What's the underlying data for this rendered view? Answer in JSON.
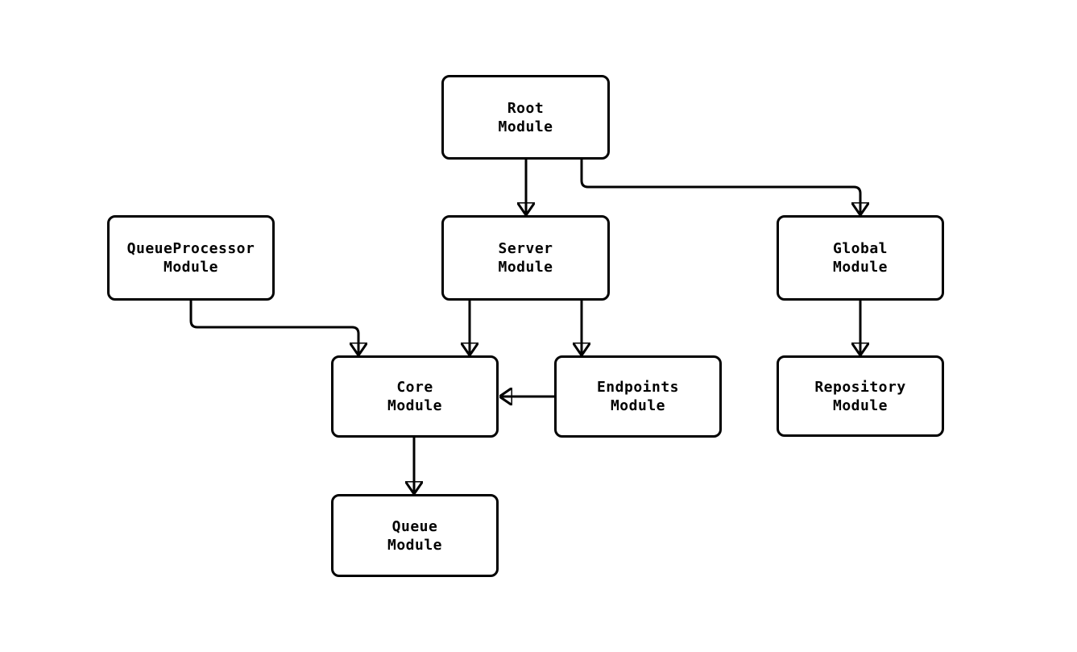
{
  "diagram": {
    "type": "module-dependency-flowchart",
    "colors": {
      "background": "#ffffff",
      "node_fill": "#ffffff",
      "node_stroke": "#000000",
      "edge_color": "#000000",
      "text_color": "#000000"
    },
    "nodes": [
      {
        "id": "root",
        "label": "Root\nModule"
      },
      {
        "id": "queueprocessor",
        "label": "QueueProcessor\nModule"
      },
      {
        "id": "server",
        "label": "Server\nModule"
      },
      {
        "id": "global",
        "label": "Global\nModule"
      },
      {
        "id": "core",
        "label": "Core\nModule"
      },
      {
        "id": "endpoints",
        "label": "Endpoints\nModule"
      },
      {
        "id": "repository",
        "label": "Repository\nModule"
      },
      {
        "id": "queue",
        "label": "Queue\nModule"
      }
    ],
    "edges": [
      {
        "from": "root",
        "to": "server"
      },
      {
        "from": "root",
        "to": "global"
      },
      {
        "from": "queueprocessor",
        "to": "core"
      },
      {
        "from": "server",
        "to": "core"
      },
      {
        "from": "server",
        "to": "endpoints"
      },
      {
        "from": "endpoints",
        "to": "core"
      },
      {
        "from": "global",
        "to": "repository"
      },
      {
        "from": "core",
        "to": "queue"
      }
    ]
  }
}
